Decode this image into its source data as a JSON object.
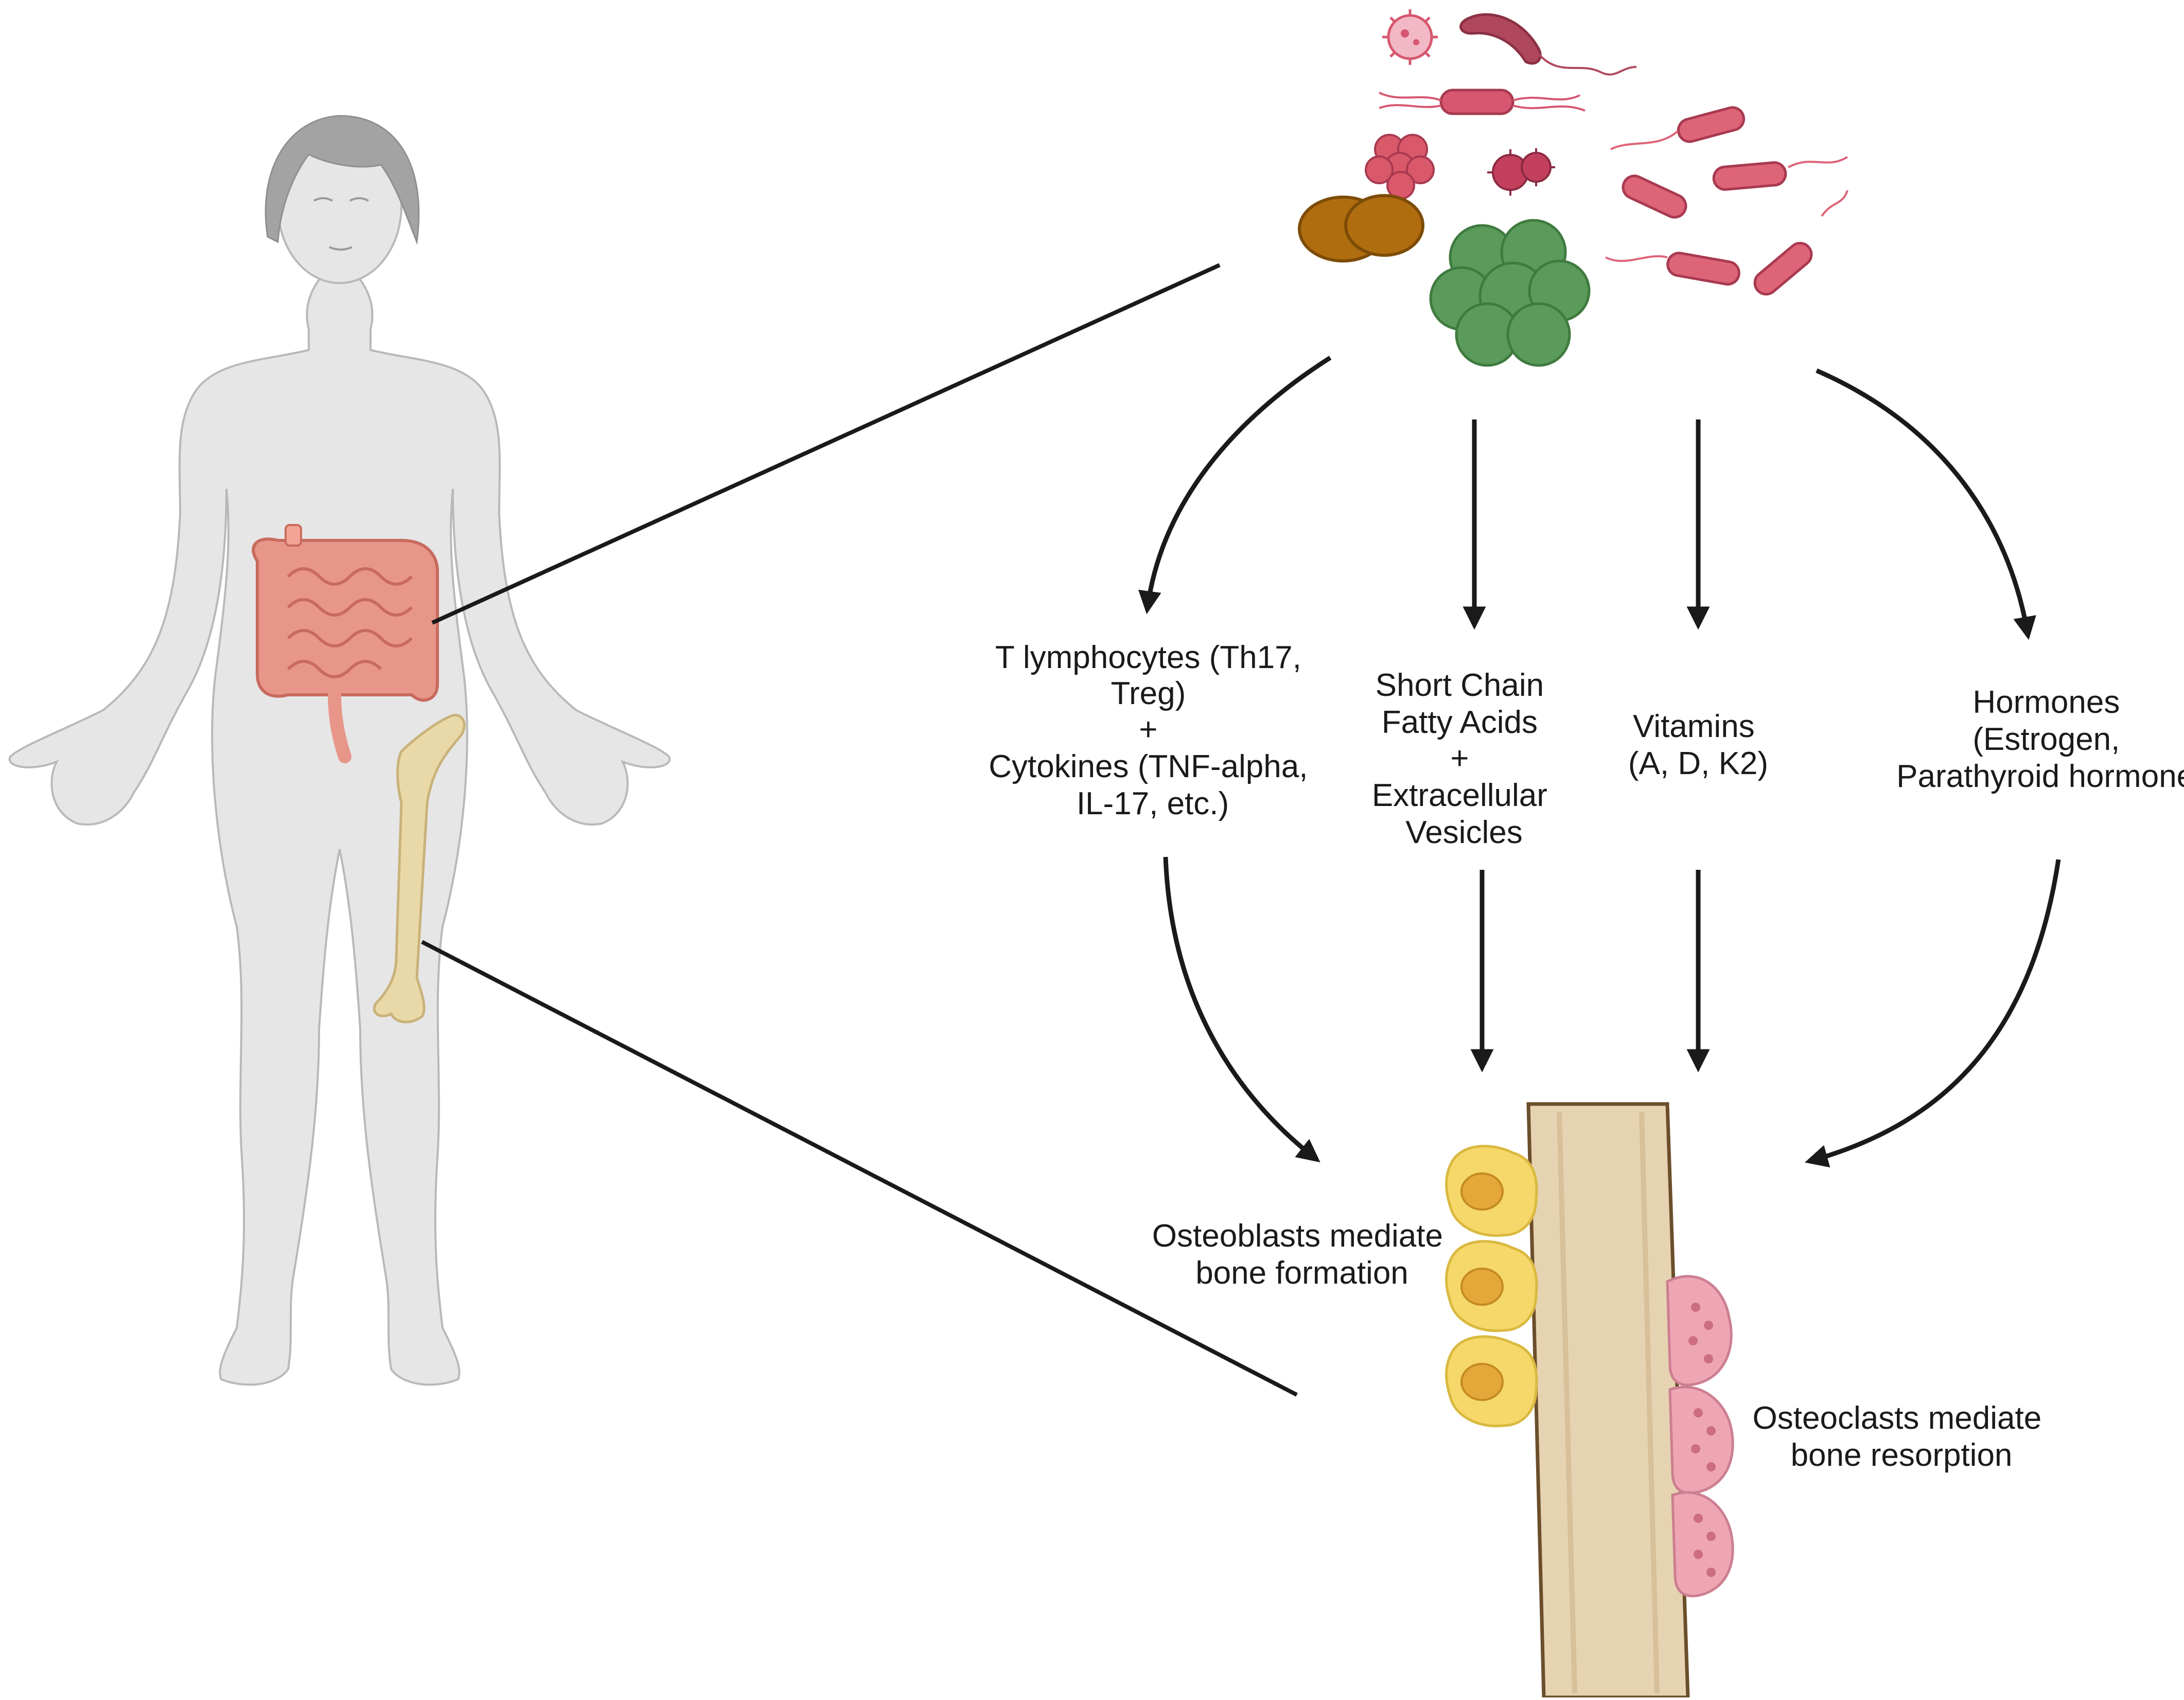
{
  "labels": {
    "t_cells": [
      "T lymphocytes (Th17,",
      "Treg)",
      "+",
      "Cytokines (TNF-alpha,",
      "IL-17, etc.)"
    ],
    "scfa": [
      "Short Chain",
      "Fatty Acids",
      "+",
      "Extracellular",
      "Vesicles"
    ],
    "vitamins": [
      "Vitamins",
      "(A, D, K2)"
    ],
    "hormones": [
      "Hormones",
      "(Estrogen,",
      "Parathyroid hormone)"
    ],
    "osteoblasts": [
      "Osteoblasts mediate",
      "bone formation"
    ],
    "osteoclasts": [
      "Osteoclasts mediate",
      "bone resorption"
    ]
  },
  "colors": {
    "line": "#1a1a1a",
    "body": "#e6e6e6",
    "hair": "#a3a3a3",
    "intestine": "#e8968a",
    "femur": "#ead9a8",
    "bone_shaft": "#e6d3b1",
    "osteoblast": "#f5d76a",
    "osteoclast": "#eea5b4",
    "bacteria_red": "#d6576f",
    "bacteria_green": "#5a9a5a",
    "bacteria_brown": "#b06d0f"
  }
}
